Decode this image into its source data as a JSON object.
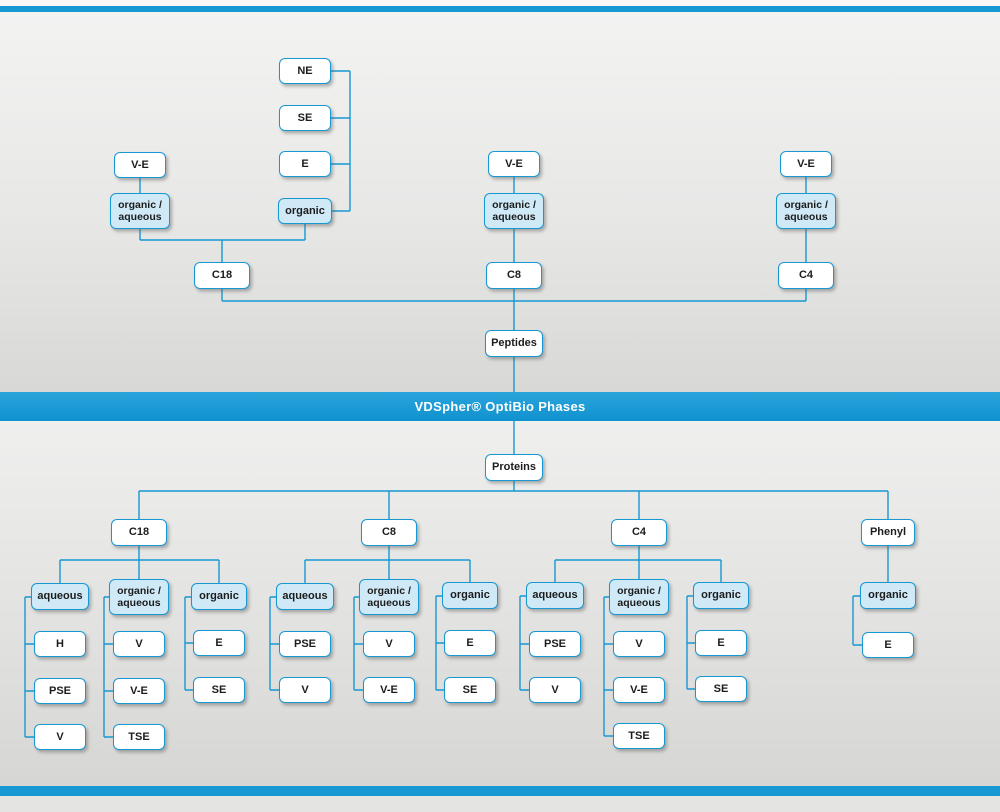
{
  "banner": {
    "title": "VDSpher® OptiBio Phases"
  },
  "colors": {
    "accent": "#1798d3",
    "highlight_fill": "#cfe9f7"
  },
  "peptides": {
    "root": "Peptides",
    "c18": {
      "label": "C18",
      "ve": "V-E",
      "organic_aqueous": "organic / aqueous",
      "organic": "organic",
      "organic_sub": [
        "NE",
        "SE",
        "E"
      ]
    },
    "c8": {
      "label": "C8",
      "ve": "V-E",
      "organic_aqueous": "organic / aqueous"
    },
    "c4": {
      "label": "C4",
      "ve": "V-E",
      "organic_aqueous": "organic / aqueous"
    }
  },
  "proteins": {
    "root": "Proteins",
    "c18": {
      "label": "C18",
      "aqueous": {
        "label": "aqueous",
        "items": [
          "H",
          "PSE",
          "V"
        ]
      },
      "organic_aqueous": {
        "label": "organic / aqueous",
        "items": [
          "V",
          "V-E",
          "TSE"
        ]
      },
      "organic": {
        "label": "organic",
        "items": [
          "E",
          "SE"
        ]
      }
    },
    "c8": {
      "label": "C8",
      "aqueous": {
        "label": "aqueous",
        "items": [
          "PSE",
          "V"
        ]
      },
      "organic_aqueous": {
        "label": "organic / aqueous",
        "items": [
          "V",
          "V-E"
        ]
      },
      "organic": {
        "label": "organic",
        "items": [
          "E",
          "SE"
        ]
      }
    },
    "c4": {
      "label": "C4",
      "aqueous": {
        "label": "aqueous",
        "items": [
          "PSE",
          "V"
        ]
      },
      "organic_aqueous": {
        "label": "organic / aqueous",
        "items": [
          "V",
          "V-E",
          "TSE"
        ]
      },
      "organic": {
        "label": "organic",
        "items": [
          "E",
          "SE"
        ]
      }
    },
    "phenyl": {
      "label": "Phenyl",
      "organic": {
        "label": "organic",
        "items": [
          "E"
        ]
      }
    }
  }
}
